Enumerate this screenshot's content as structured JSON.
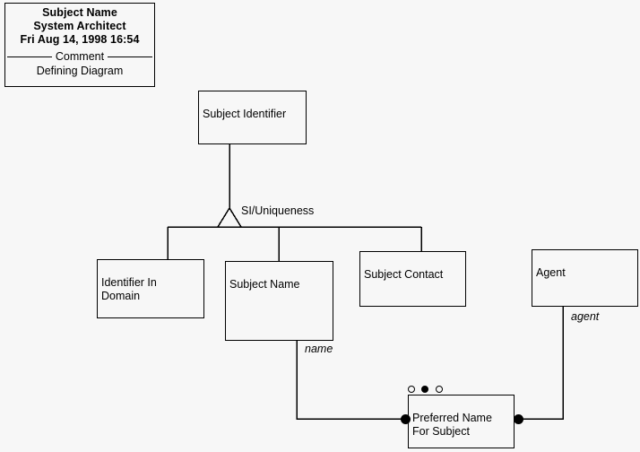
{
  "diagram": {
    "background_color": "#f7f7f7",
    "line_color": "#000000",
    "title_block": {
      "name": "Subject Name",
      "author": "System Architect",
      "timestamp": "Fri Aug 14, 1998  16:54",
      "section_label": "Comment",
      "comment": "Defining Diagram"
    },
    "entities": [
      {
        "id": "subject-identifier",
        "label": "Subject Identifier"
      },
      {
        "id": "identifier-in-domain",
        "label": "Identifier In\nDomain"
      },
      {
        "id": "subject-name",
        "label": "Subject Name"
      },
      {
        "id": "subject-contact",
        "label": "Subject Contact"
      },
      {
        "id": "agent",
        "label": "Agent"
      },
      {
        "id": "preferred-name-for-subject",
        "label": "Preferred Name\nFor Subject"
      }
    ],
    "junction": {
      "label": "SI/Uniqueness"
    },
    "roles": [
      {
        "id": "name-role",
        "label": "name"
      },
      {
        "id": "agent-role",
        "label": "agent"
      }
    ]
  }
}
